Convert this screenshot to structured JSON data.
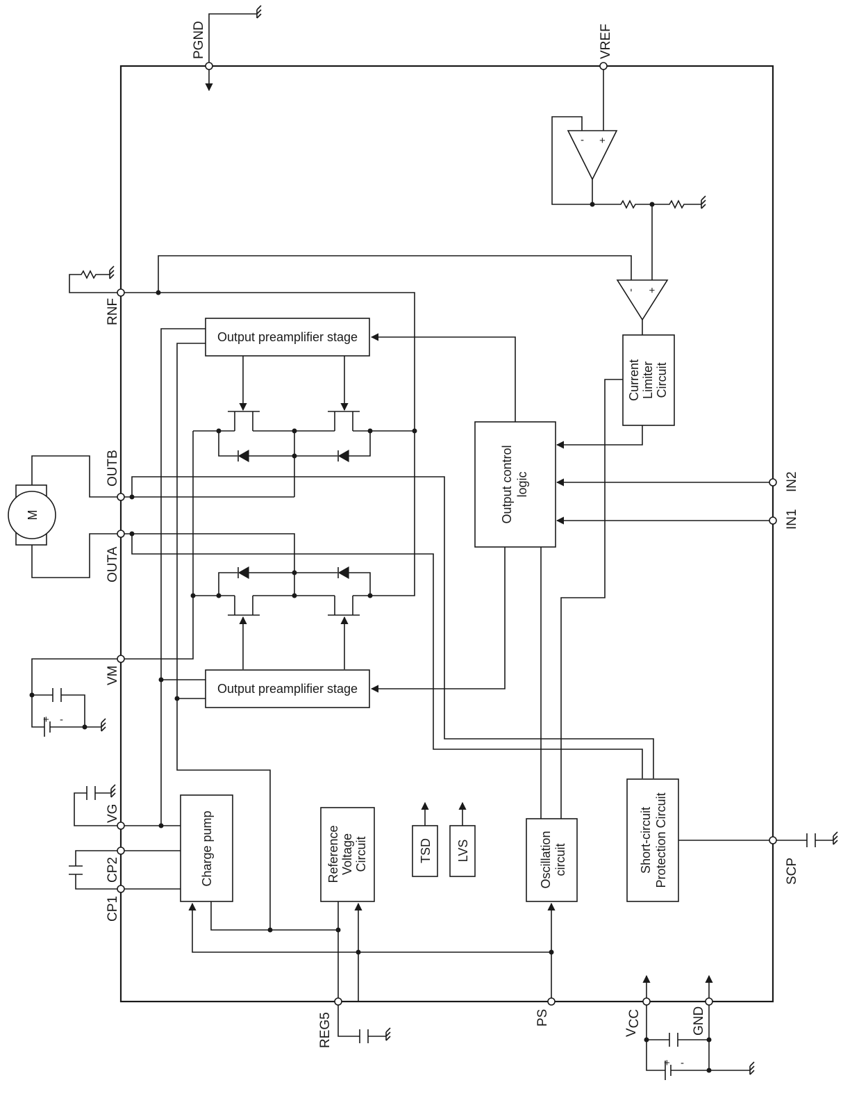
{
  "pins": {
    "pgnd": "PGND",
    "vref": "VREF",
    "rnf": "RNF",
    "outb": "OUTB",
    "outa": "OUTA",
    "vm": "VM",
    "vg": "VG",
    "cp2": "CP2",
    "cp1": "CP1",
    "reg5": "REG5",
    "ps": "PS",
    "vcc_main": "V",
    "vcc_sub": "CC",
    "gnd": "GND",
    "scp": "SCP",
    "in1": "IN1",
    "in2": "IN2"
  },
  "blocks": {
    "preamp_top": "Output preamplifier stage",
    "preamp_bottom": "Output preamplifier stage",
    "output_logic": [
      "Output control",
      "logic"
    ],
    "current_limiter": [
      "Current",
      "Limiter",
      "Circuit"
    ],
    "charge_pump": "Charge pump",
    "reference_voltage": [
      "Reference",
      "Voltage",
      "Circuit"
    ],
    "tsd": "TSD",
    "lvs": "LVS",
    "oscillation": [
      "Oscillation",
      "circuit"
    ],
    "short_circuit": [
      "Short-circuit",
      "Protection Circuit"
    ]
  },
  "symbols": {
    "motor": "M",
    "opamp_minus": "-",
    "opamp_plus": "+",
    "battery_plus": "+",
    "battery_minus": "-"
  }
}
